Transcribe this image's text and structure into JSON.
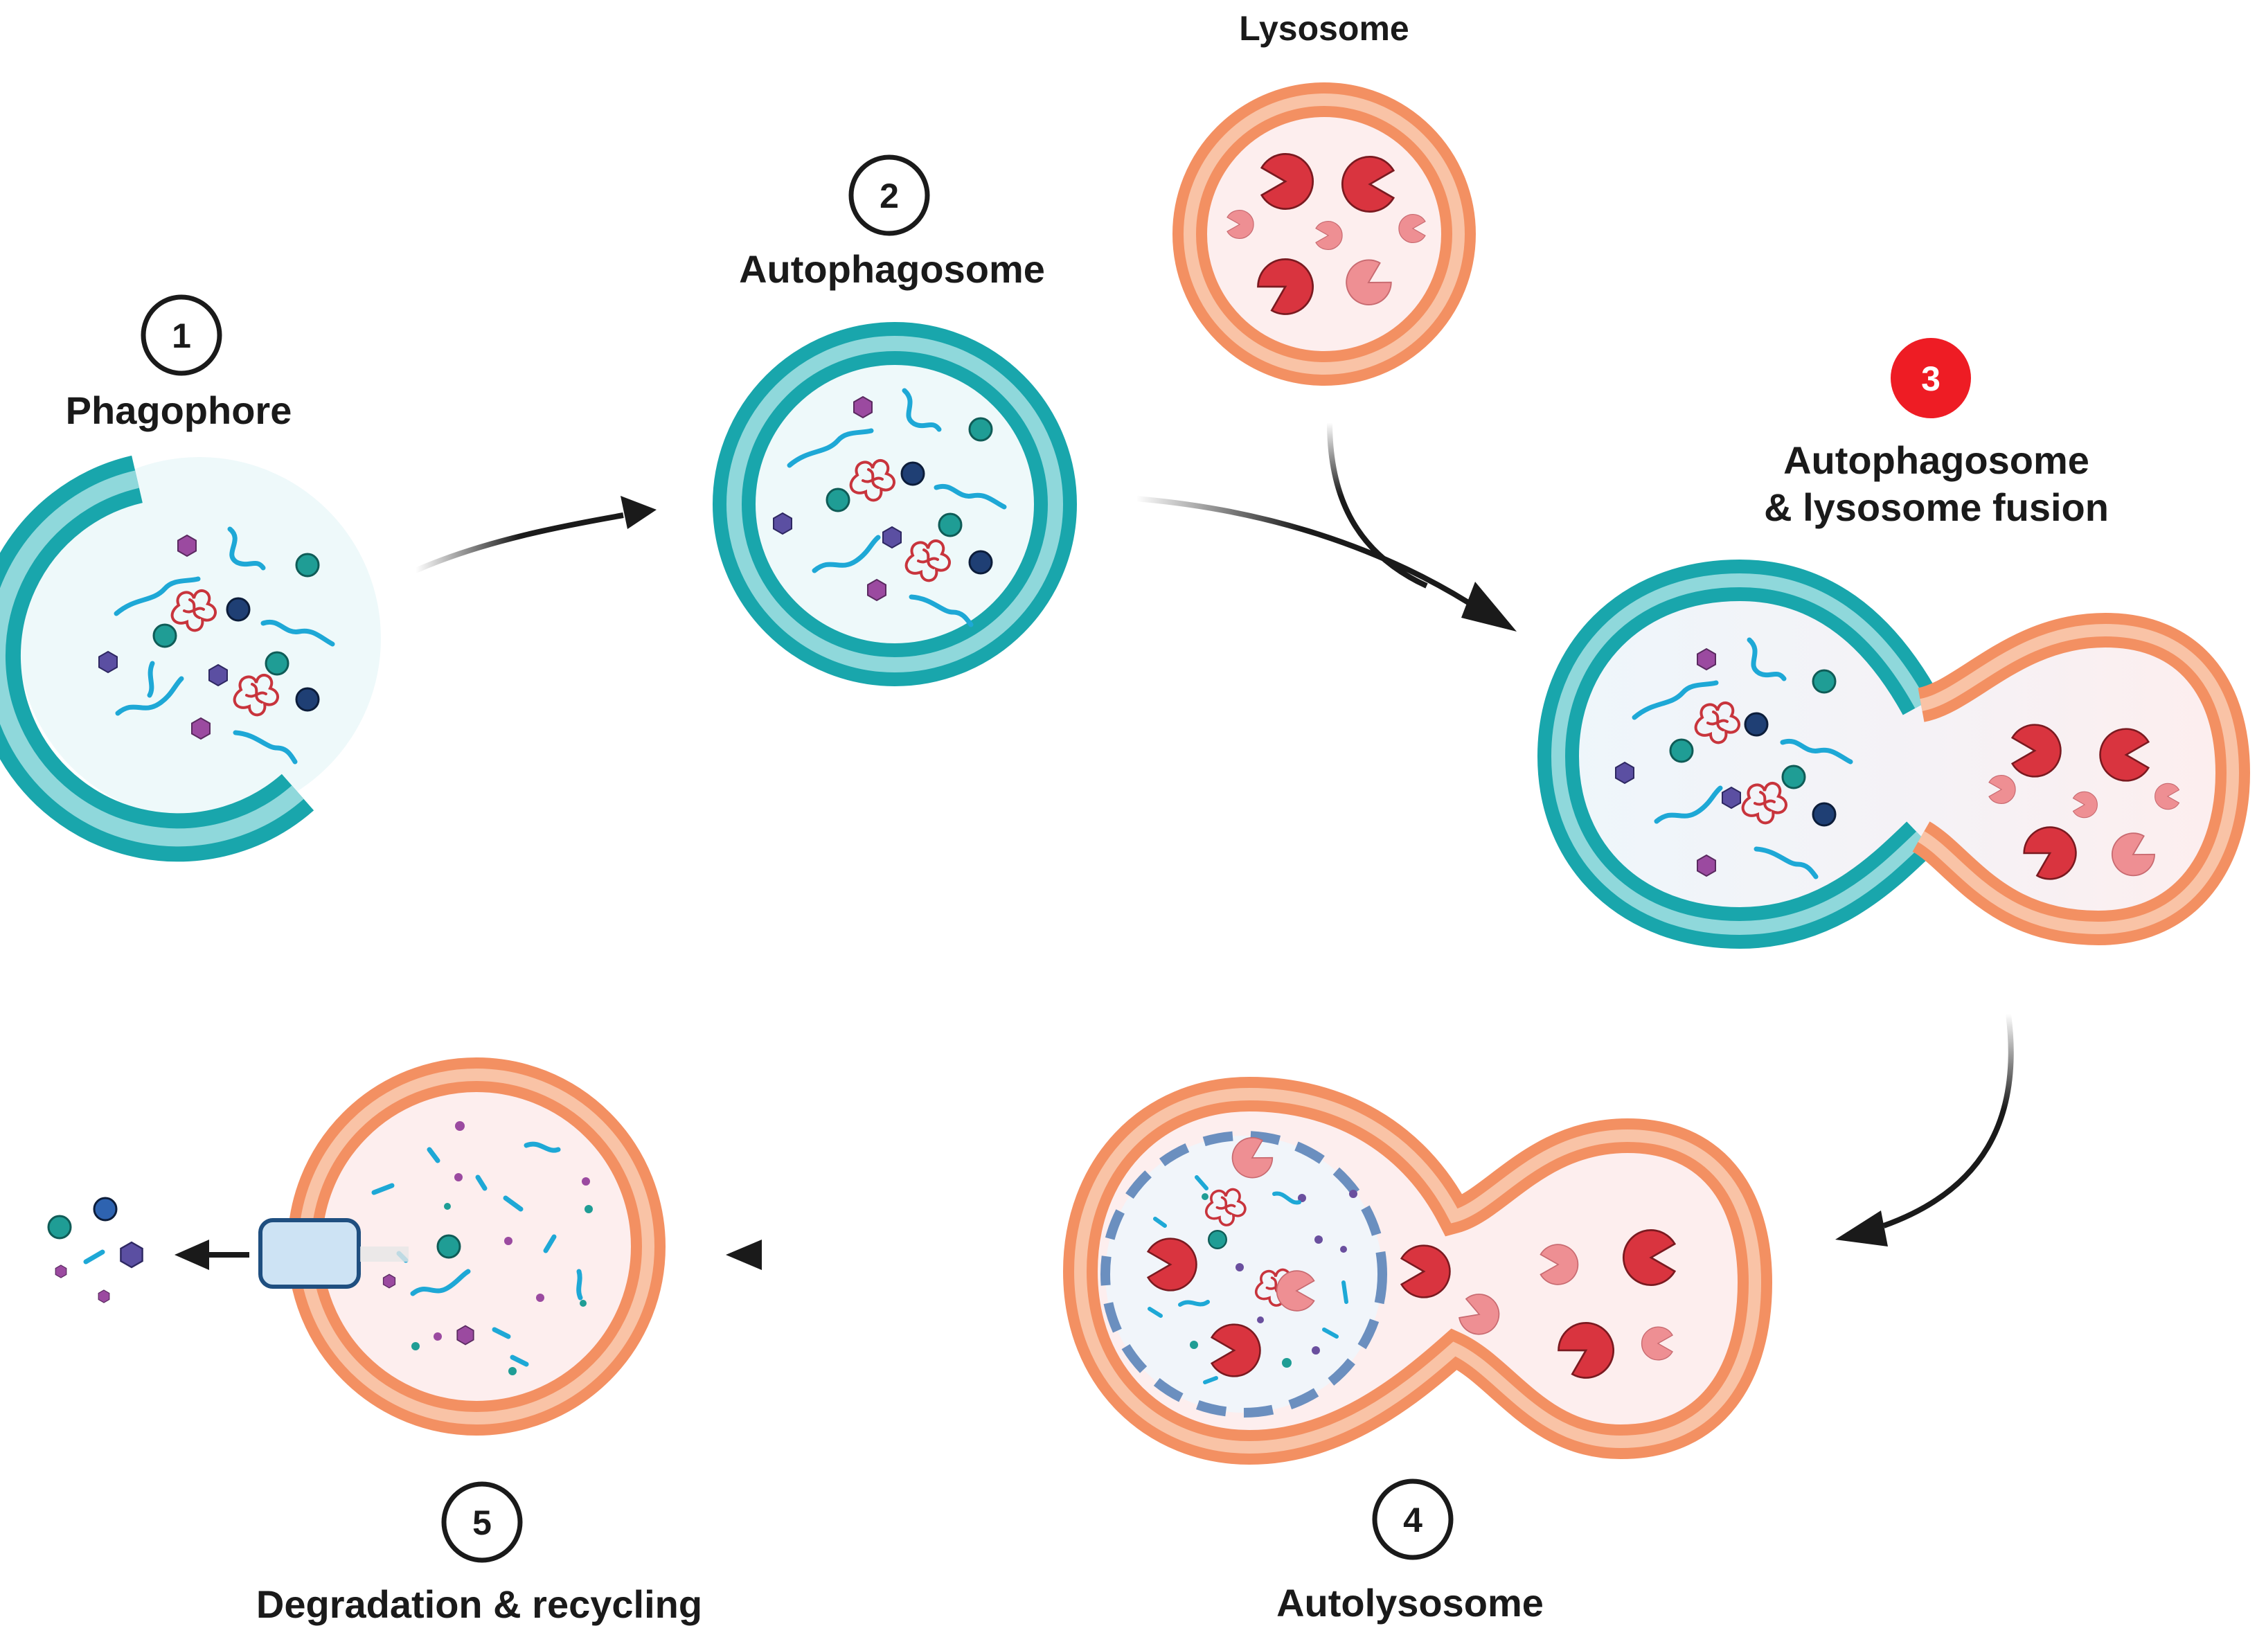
{
  "stages": [
    {
      "number": "1",
      "label": "Phagophore"
    },
    {
      "number": "2",
      "label": "Autophagosome"
    },
    {
      "number": "3",
      "label_line1": "Autophagosome",
      "label_line2": "& lysosome fusion"
    },
    {
      "number": "4",
      "label": "Autolysosome"
    },
    {
      "number": "5",
      "label": "Degradation & recycling"
    }
  ],
  "lysosome": {
    "label": "Lysosome"
  },
  "colors": {
    "teal_membrane": "#19a6ac",
    "teal_inner": "#8fd8db",
    "teal_lumen": "#eef9fa",
    "orange_membrane": "#f39062",
    "orange_inner": "#f9c3a6",
    "pink_lumen": "#fdeeee",
    "enzyme_red": "#d9343f",
    "enzyme_pink": "#ee8f93",
    "protein_red": "#c8343c",
    "cyan_strand": "#1ea8d6",
    "purple_hex": "#9b4aa0",
    "indigo_hex": "#5b4fa2",
    "teal_dot": "#1f9d95",
    "navy_dot": "#1f3f74",
    "transporter": "#cde3f4",
    "active_step": "#ee1c24",
    "arrow": "#1a1a1a"
  },
  "active_stage": "3"
}
